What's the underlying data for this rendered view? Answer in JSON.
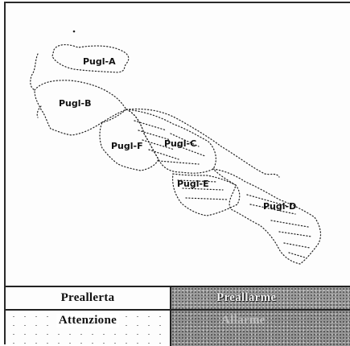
{
  "map": {
    "zones": [
      {
        "id": "A",
        "label": "Pugl-A"
      },
      {
        "id": "B",
        "label": "Pugl-B"
      },
      {
        "id": "F",
        "label": "Pugl-F"
      },
      {
        "id": "C",
        "label": "Pugl-C"
      },
      {
        "id": "E",
        "label": "Pugl-E"
      },
      {
        "id": "D",
        "label": "Pugl-D"
      }
    ],
    "outline_style": "dotted",
    "colors": {
      "outline": "#222222",
      "background": "#fdfdfd"
    }
  },
  "legend": {
    "preallerta": "Preallerta",
    "preallarme": "Preallarme",
    "attenzione": "Attenzione",
    "allarme": "Allarme",
    "colors": {
      "preallarme_fill": "#9a9a9a",
      "allarme_fill": "#8e8e8e"
    }
  }
}
